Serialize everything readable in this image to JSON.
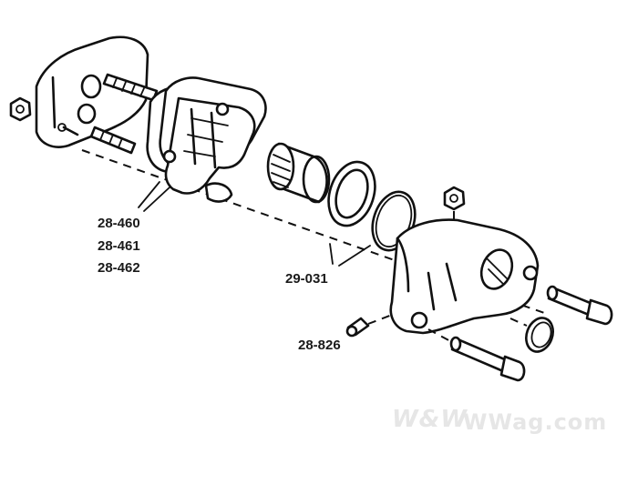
{
  "diagram": {
    "callouts": {
      "pads": [
        "28-460",
        "28-461",
        "28-462"
      ],
      "seals": "29-031",
      "bleeder": "28-826"
    },
    "watermark": {
      "logo_text": "W&W",
      "site_text": "WWag.com"
    }
  }
}
